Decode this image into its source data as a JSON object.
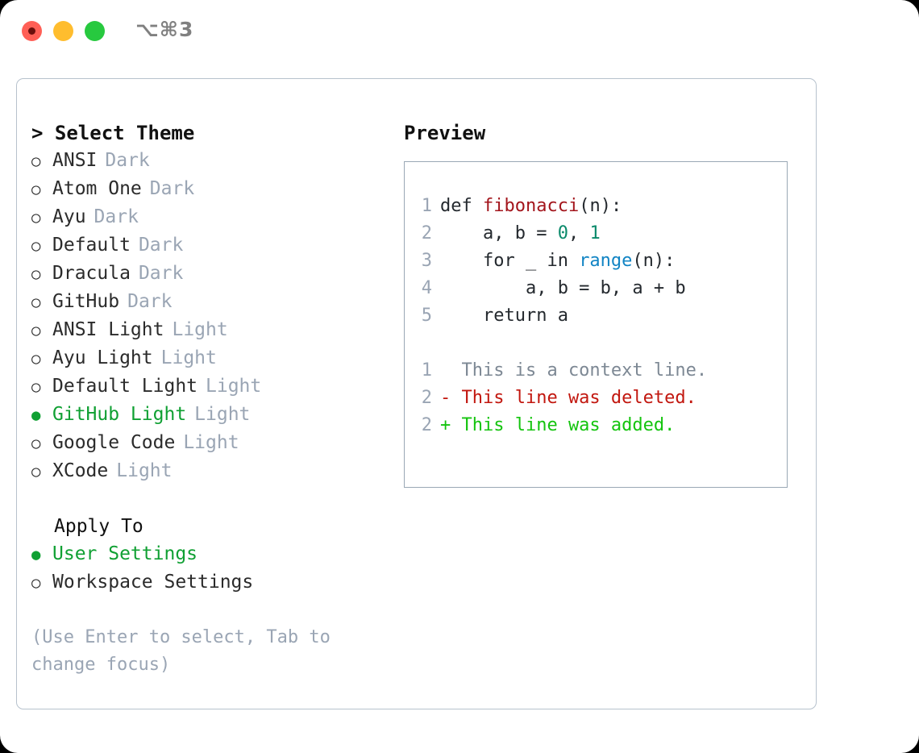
{
  "titlebar": {
    "shortcut": "⌥⌘3",
    "dots": [
      "close",
      "minimize",
      "maximize"
    ]
  },
  "left": {
    "header": "> Select Theme",
    "themes": [
      {
        "bullet": "○",
        "label": "ANSI",
        "badge": "Dark",
        "selected": false
      },
      {
        "bullet": "○",
        "label": "Atom One",
        "badge": "Dark",
        "selected": false
      },
      {
        "bullet": "○",
        "label": "Ayu",
        "badge": "Dark",
        "selected": false
      },
      {
        "bullet": "○",
        "label": "Default",
        "badge": "Dark",
        "selected": false
      },
      {
        "bullet": "○",
        "label": "Dracula",
        "badge": "Dark",
        "selected": false
      },
      {
        "bullet": "○",
        "label": "GitHub",
        "badge": "Dark",
        "selected": false
      },
      {
        "bullet": "○",
        "label": "ANSI Light",
        "badge": "Light",
        "selected": false
      },
      {
        "bullet": "○",
        "label": "Ayu Light",
        "badge": "Light",
        "selected": false
      },
      {
        "bullet": "○",
        "label": "Default Light",
        "badge": "Light",
        "selected": false
      },
      {
        "bullet": "●",
        "label": "GitHub Light",
        "badge": "Light",
        "selected": true
      },
      {
        "bullet": "○",
        "label": "Google Code",
        "badge": "Light",
        "selected": false
      },
      {
        "bullet": "○",
        "label": "XCode",
        "badge": "Light",
        "selected": false
      }
    ],
    "apply_header": "Apply To",
    "apply_options": [
      {
        "bullet": "●",
        "label": "User Settings",
        "selected": true
      },
      {
        "bullet": "○",
        "label": "Workspace Settings",
        "selected": false
      }
    ],
    "hint": "(Use Enter to select, Tab to change focus)"
  },
  "right": {
    "header": "Preview",
    "code_lines": [
      {
        "no": "1",
        "tokens": [
          {
            "t": "def ",
            "c": "plain"
          },
          {
            "t": "fibonacci",
            "c": "fn"
          },
          {
            "t": "(n):",
            "c": "plain"
          }
        ]
      },
      {
        "no": "2",
        "tokens": [
          {
            "t": "    a, b = ",
            "c": "plain"
          },
          {
            "t": "0",
            "c": "num"
          },
          {
            "t": ", ",
            "c": "plain"
          },
          {
            "t": "1",
            "c": "num"
          }
        ]
      },
      {
        "no": "3",
        "tokens": [
          {
            "t": "    for _ in ",
            "c": "plain"
          },
          {
            "t": "range",
            "c": "call"
          },
          {
            "t": "(n):",
            "c": "plain"
          }
        ]
      },
      {
        "no": "4",
        "tokens": [
          {
            "t": "        a, b = b, a + b",
            "c": "plain"
          }
        ]
      },
      {
        "no": "5",
        "tokens": [
          {
            "t": "    return a",
            "c": "plain"
          }
        ]
      }
    ],
    "diff_lines": [
      {
        "no": "1",
        "text": "  This is a context line.",
        "kind": "context"
      },
      {
        "no": "2",
        "text": "- This line was deleted.",
        "kind": "del"
      },
      {
        "no": "2",
        "text": "+ This line was added.",
        "kind": "add"
      }
    ]
  },
  "colors": {
    "selected_green": "#10a033",
    "muted": "#9aa5b4",
    "border": "#b7c2cd",
    "preview_border": "#9aa8b5",
    "diff_add": "#14c40e",
    "diff_del": "#c2170f",
    "fn": "#a3151c",
    "num": "#0b8a6b",
    "call": "#1184c4"
  }
}
